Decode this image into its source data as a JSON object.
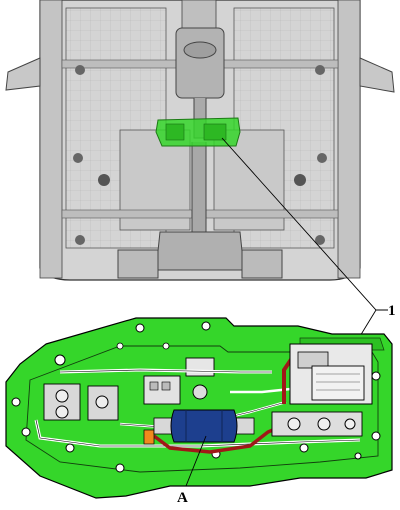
{
  "illustration": {
    "upper_view": "vehicle-underbody",
    "lower_view": "component-detail"
  },
  "callouts": {
    "label_1": "1",
    "label_a": "A"
  },
  "colors": {
    "highlight": "#35d62a",
    "underbody_gray": "#cfcfcf",
    "component_blue": "#1d3f8e",
    "cable_red": "#a01818",
    "fuse_orange": "#f08a1c",
    "line": "#000000"
  }
}
